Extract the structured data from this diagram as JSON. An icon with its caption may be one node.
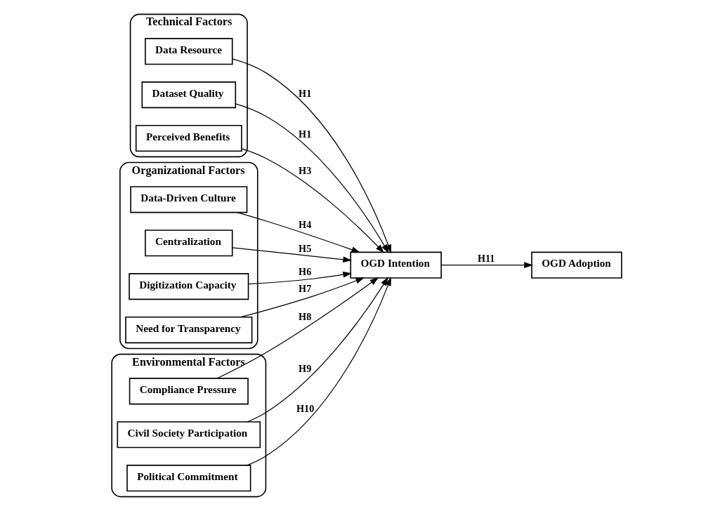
{
  "diagram": {
    "nodes": [
      {
        "text": [
          "Technical Factors"
        ]
      },
      {
        "text": [
          "Data Resource"
        ],
        "in": 0
      },
      {
        "text": [
          "Dataset Quality"
        ],
        "in": 0
      },
      {
        "text": [
          "Perceived Benefits"
        ],
        "in": 0
      },
      {
        "text": [
          "Organizational Factors"
        ]
      },
      {
        "text": [
          "Data-Driven Culture"
        ],
        "in": 4
      },
      {
        "text": [
          "Centralization"
        ],
        "in": 4
      },
      {
        "text": [
          "Digitization Capacity"
        ],
        "in": 4
      },
      {
        "text": [
          "Need for Transparency"
        ],
        "in": 4
      },
      {
        "text": [
          "OGD Intention"
        ]
      },
      {
        "text": [
          "OGD Adoption"
        ]
      },
      {
        "text": [
          "Environmental Factors"
        ]
      },
      {
        "text": [
          "Compliance Pressure"
        ],
        "in": 11
      },
      {
        "text": [
          "Civil Society Participation"
        ],
        "in": 11
      },
      {
        "text": [
          "Political Commitment"
        ],
        "in": 11
      }
    ],
    "edges": [
      {
        "from": 1,
        "to": 9,
        "arrow": "to",
        "label": "H1"
      },
      {
        "from": 2,
        "to": 9,
        "arrow": "to",
        "label": "H1"
      },
      {
        "from": 3,
        "to": 9,
        "arrow": "to",
        "label": "H3"
      },
      {
        "from": 5,
        "to": 9,
        "arrow": "to",
        "label": "H4"
      },
      {
        "from": 6,
        "to": 9,
        "arrow": "to",
        "label": "H5"
      },
      {
        "from": 7,
        "to": 9,
        "arrow": "to",
        "label": "H6"
      },
      {
        "from": 8,
        "to": 9,
        "arrow": "to",
        "label": "H7"
      },
      {
        "from": 9,
        "to": 10,
        "arrow": "to",
        "label": "H11"
      },
      {
        "from": 12,
        "to": 9,
        "arrow": "to",
        "label": "H8"
      },
      {
        "from": 13,
        "to": 9,
        "arrow": "to",
        "label": "H9"
      },
      {
        "from": 14,
        "to": 9,
        "arrow": "to",
        "label": "H10"
      }
    ]
  }
}
